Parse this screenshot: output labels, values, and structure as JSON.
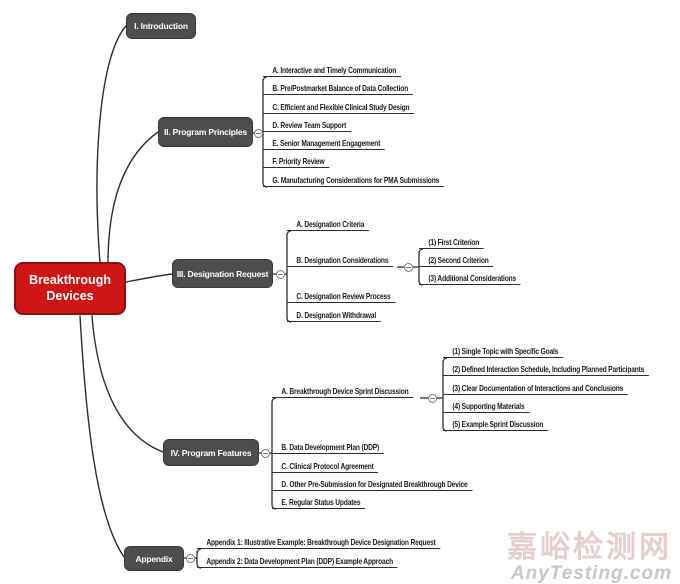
{
  "root": {
    "label": "Breakthrough Devices"
  },
  "branches": [
    {
      "label": "I. Introduction",
      "children": []
    },
    {
      "label": "II. Program Principles",
      "children": [
        {
          "label": "A. Interactive and Timely Communication"
        },
        {
          "label": "B. Pre/Postmarket Balance of Data Collection"
        },
        {
          "label": "C. Efficient and Flexible Clinical Study Design"
        },
        {
          "label": "D. Review Team Support"
        },
        {
          "label": "E. Senior Management Engagement"
        },
        {
          "label": "F. Priority Review"
        },
        {
          "label": "G. Manufacturing Considerations for PMA Submissions"
        }
      ]
    },
    {
      "label": "III. Designation Request",
      "children": [
        {
          "label": "A. Designation Criteria"
        },
        {
          "label": "B. Designation Considerations",
          "children": [
            {
              "label": "(1) First Criterion"
            },
            {
              "label": "(2) Second Criterion"
            },
            {
              "label": "(3) Additional Considerations"
            }
          ]
        },
        {
          "label": "C. Designation Review Process"
        },
        {
          "label": "D. Designation Withdrawal"
        }
      ]
    },
    {
      "label": "IV. Program Features",
      "children": [
        {
          "label": "A. Breakthrough Device Sprint Discussion",
          "children": [
            {
              "label": "(1) Single Topic with Specific Goals"
            },
            {
              "label": "(2) Defined Interaction Schedule, Including Planned Participants"
            },
            {
              "label": "(3) Clear Documentation of Interactions and Conclusions"
            },
            {
              "label": "(4) Supporting Materials"
            },
            {
              "label": "(5) Example Sprint Discussion"
            }
          ]
        },
        {
          "label": "B. Data Development Plan (DDP)"
        },
        {
          "label": "C. Clinical Protocol Agreement"
        },
        {
          "label": "D. Other Pre-Submission for Designated Breakthrough Device"
        },
        {
          "label": "E. Regular Status Updates"
        }
      ]
    },
    {
      "label": "Appendix",
      "children": [
        {
          "label": "Appendix 1: Illustrative Example: Breakthrough Device Designation Request"
        },
        {
          "label": "Appendix 2: Data Development Plan (DDP) Example Approach"
        }
      ]
    }
  ],
  "watermark": {
    "cn": "嘉峪检测网",
    "en": "AnyTesting.com"
  },
  "colors": {
    "root_fill": "#cf1414",
    "root_border": "#8c1010",
    "node_fill": "#4d4d4d",
    "line": "#2e2e2e",
    "background": "#ffffff",
    "watermark_cn": "#debebe",
    "watermark_en": "#b9b9b9"
  }
}
